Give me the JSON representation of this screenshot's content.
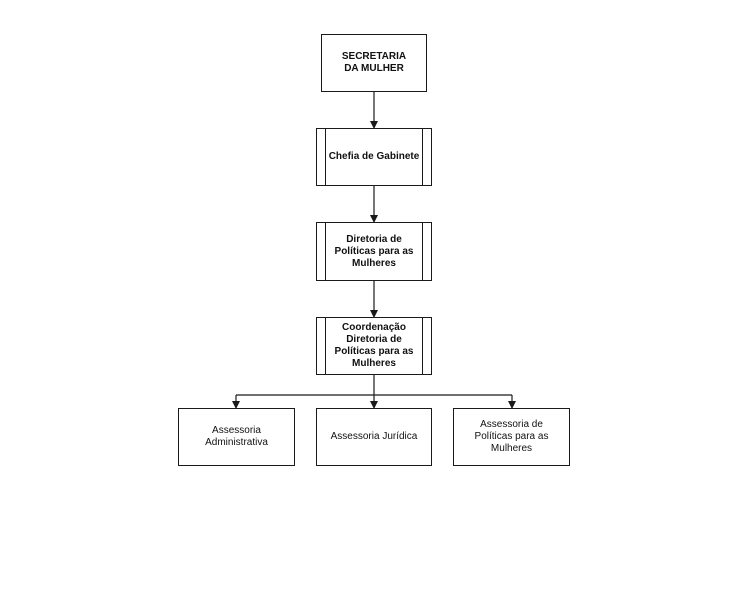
{
  "nodes": {
    "root": "SECRETARIA DA MULHER",
    "chefia": "Chefia de Gabinete",
    "diretoria": "Diretoria de Políticas para as Mulheres",
    "coordenacao": "Coordenação Diretoria de Políticas para as Mulheres",
    "assessoria_admin": "Assessoria Administrativa",
    "assessoria_juridica": "Assessoria Jurídica",
    "assessoria_politicas": "Assessoria de Políticas para as Mulheres"
  },
  "colors": {
    "line": "#1a1a1a",
    "box_border": "#1a1a1a",
    "text": "#111111",
    "background": "#ffffff"
  }
}
